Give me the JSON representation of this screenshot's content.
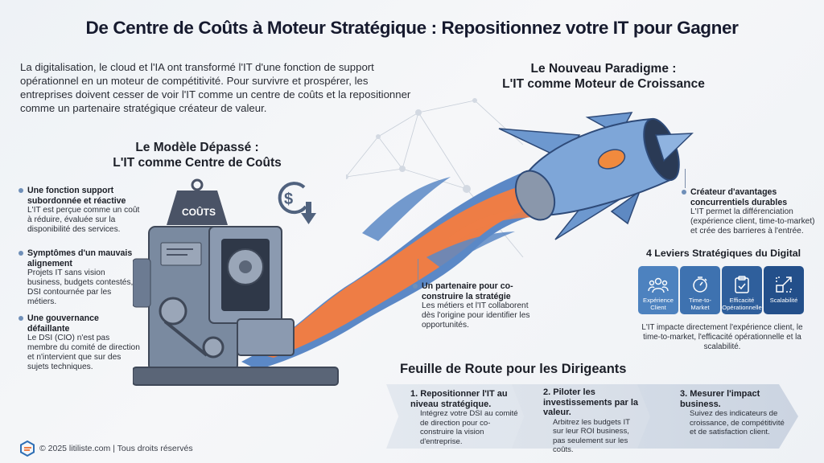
{
  "title": "De Centre de Coûts à Moteur Stratégique : Repositionnez votre IT pour Gagner",
  "intro": "La digitalisation, le cloud et l'IA ont transformé l'IT d'une fonction de support opérationnel en un moteur de compétitivité. Pour survivre et prospérer, les entreprises doivent cesser de voir l'IT comme un centre de coûts et la repositionner comme un partenaire stratégique créateur de valeur.",
  "old_model": {
    "heading_line1": "Le Modèle Dépassé :",
    "heading_line2": "L'IT comme Centre de Coûts",
    "weight_label": "COÛTS",
    "bullets": [
      {
        "title": "Une fonction support subordonnée et réactive",
        "body": "L'IT est perçue comme un coût à réduire, évaluée sur la disponibilité des services."
      },
      {
        "title": "Symptômes d'un mauvais alignement",
        "body": "Projets IT sans vision business, budgets contestés, DSI contournée par les métiers."
      },
      {
        "title": "Une gouvernance défaillante",
        "body": "Le DSI (CIO) n'est pas membre du comité de direction et n'intervient que sur des sujets techniques."
      }
    ]
  },
  "new_model": {
    "heading_line1": "Le Nouveau Paradigme :",
    "heading_line2": "L'IT comme Moteur de Croissance",
    "bullets": [
      {
        "title": "Un partenaire pour co-construire la stratégie",
        "body": "Les métiers et l'IT collaborent dès l'origine pour identifier les opportunités."
      },
      {
        "title": "Créateur d'avantages concurrentiels durables",
        "body": "L'IT permet la différenciation (expérience client, time-to-market) et crée des barrieres à l'entrée."
      }
    ]
  },
  "levers": {
    "heading": "4 Leviers Stratégiques du Digital",
    "items": [
      {
        "label_line1": "Expérience",
        "label_line2": "Client",
        "icon": "people-icon",
        "color": "#4d82bf"
      },
      {
        "label_line1": "Time-to-",
        "label_line2": "Market",
        "icon": "stopwatch-icon",
        "color": "#3e72b0"
      },
      {
        "label_line1": "Efficacité",
        "label_line2": "Opérationnelle",
        "icon": "clipboard-check-icon",
        "color": "#2f5f9c"
      },
      {
        "label_line1": "Scalabilité",
        "label_line2": "",
        "icon": "expand-icon",
        "color": "#234f8a"
      }
    ],
    "description": "L'IT impacte directement l'expérience client, le time-to-market, l'efficacité opérationnelle et la scalabilité."
  },
  "roadmap": {
    "heading": "Feuille de Route pour les Dirigeants",
    "steps": [
      {
        "number": "1.",
        "title": "Repositionner l'IT au niveau stratégique.",
        "body": "Intégrez votre DSI au comité de direction pour co-construire la vision d'entreprise."
      },
      {
        "number": "2.",
        "title": "Piloter les investissements par la valeur.",
        "body": "Arbitrez les budgets IT sur leur ROI business, pas seulement sur les coûts."
      },
      {
        "number": "3.",
        "title": "Mesurer l'impact business.",
        "body": "Suivez des indicateurs de croissance, de compétitivité et de satisfaction client."
      }
    ]
  },
  "footer": {
    "text": "© 2025 litiliste.com | Tous droits réservés"
  },
  "colors": {
    "flame_orange": "#ee7d45",
    "flame_blue": "#5b88c6",
    "machine_gray": "#6f7f95",
    "rocket_blue": "#6d98cf",
    "title_text": "#161a2e"
  }
}
